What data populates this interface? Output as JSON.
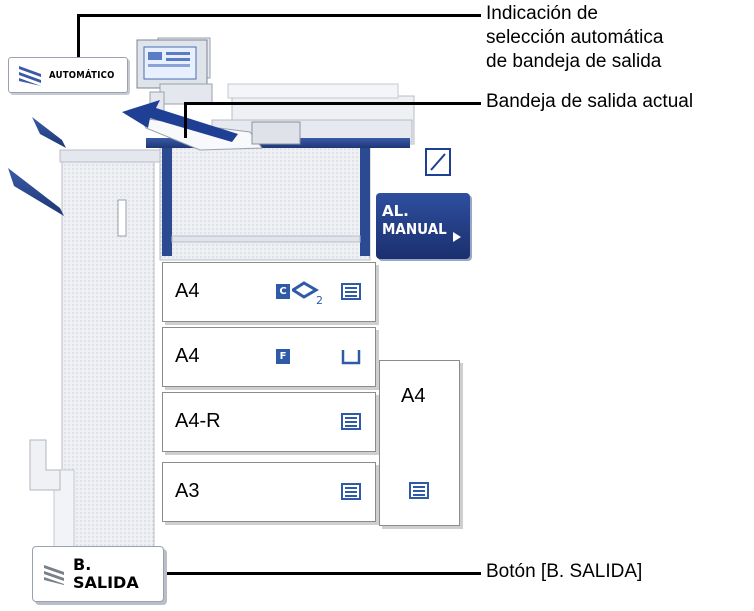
{
  "callouts": {
    "auto_output_line1": "Indicación de",
    "auto_output_line2": "selección automática",
    "auto_output_line3": "de bandeja de salida",
    "current_output_tray": "Bandeja de salida actual",
    "output_button": "Botón [B. SALIDA]"
  },
  "buttons": {
    "auto_label": "AUTOMÁTICO",
    "manual_line1": "AL.",
    "manual_line2": "MANUAL",
    "salida_line1": "B.",
    "salida_line2": "SALIDA"
  },
  "trays": [
    {
      "size": "A4",
      "badge": "C",
      "quantity": "2",
      "icon": "paper-stack-icon"
    },
    {
      "size": "A4",
      "badge": "F",
      "icon": "empty-tray-icon"
    },
    {
      "size": "A4-R",
      "icon": "paper-stack-icon"
    },
    {
      "size": "A3",
      "icon": "paper-stack-icon"
    }
  ],
  "bypass_tray": {
    "size": "A4",
    "icon": "paper-stack-icon"
  },
  "colors": {
    "accent_blue": "#2f5aa8",
    "manual_button": "#1b2f6e"
  }
}
